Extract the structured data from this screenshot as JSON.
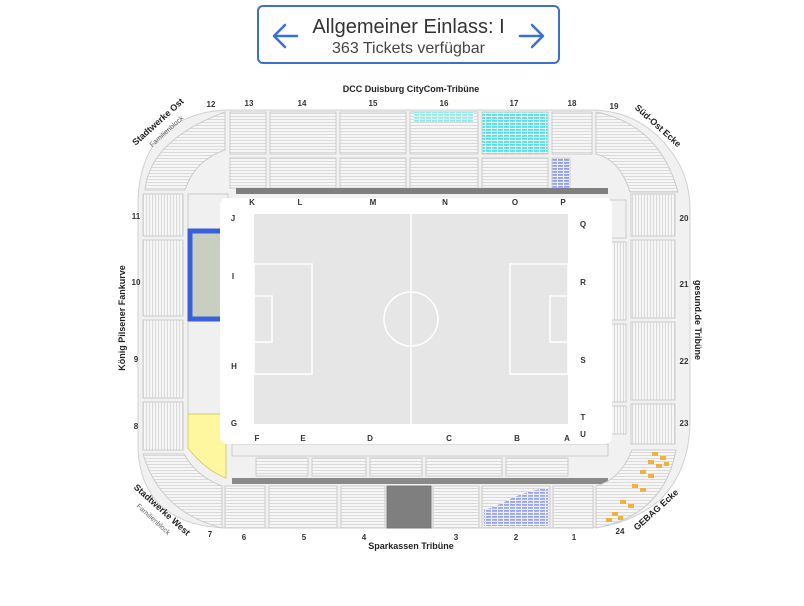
{
  "selector": {
    "title": "Allgemeiner Einlass: I",
    "subtitle": "363 Tickets verfügbar",
    "prev_icon": "arrow-left-icon",
    "next_icon": "arrow-right-icon"
  },
  "stands": {
    "north": "DCC Duisburg CityCom-Tribüne",
    "south": "Sparkassen Tribüne",
    "west": "König Pilsener Fankurve",
    "east": "gesund.de Tribüne",
    "nw": "Stadtwerke Ost",
    "nw_sub": "Familienblock",
    "sw": "Stadtwerke West",
    "sw_sub": "Familienblock",
    "ne": "Süd-Ost Ecke",
    "se": "GEBAG Ecke"
  },
  "block_numbers": {
    "n12": "12",
    "n13": "13",
    "n14": "14",
    "n15": "15",
    "n16": "16",
    "n17": "17",
    "n18": "18",
    "n19": "19",
    "n20": "20",
    "n21": "21",
    "n22": "22",
    "n23": "23",
    "n24": "24",
    "n1": "1",
    "n2": "2",
    "n3": "3",
    "n4": "4",
    "n5": "5",
    "n6": "6",
    "n7": "7",
    "n8": "8",
    "n9": "9",
    "n10": "10",
    "n11": "11"
  },
  "gates": {
    "K": "K",
    "L": "L",
    "M": "M",
    "N": "N",
    "O": "O",
    "P": "P",
    "Q": "Q",
    "R": "R",
    "S": "S",
    "T": "T",
    "U": "U",
    "A": "A",
    "B": "B",
    "C": "C",
    "D": "D",
    "E": "E",
    "F": "F",
    "G": "G",
    "H": "H",
    "I": "I",
    "J": "J"
  },
  "colors": {
    "selected_outline": "#3b5fd9",
    "selected_fill": "#c8cfc0",
    "highlight_yellow": "#fff7a0",
    "seat_cyan": "#4fe0e8",
    "seat_blue": "#8f9cf0",
    "seat_orange": "#f2b13c",
    "pitch": "#e6e6e6",
    "stand": "#f3f3f3",
    "dark_block": "#7f7f7f"
  }
}
